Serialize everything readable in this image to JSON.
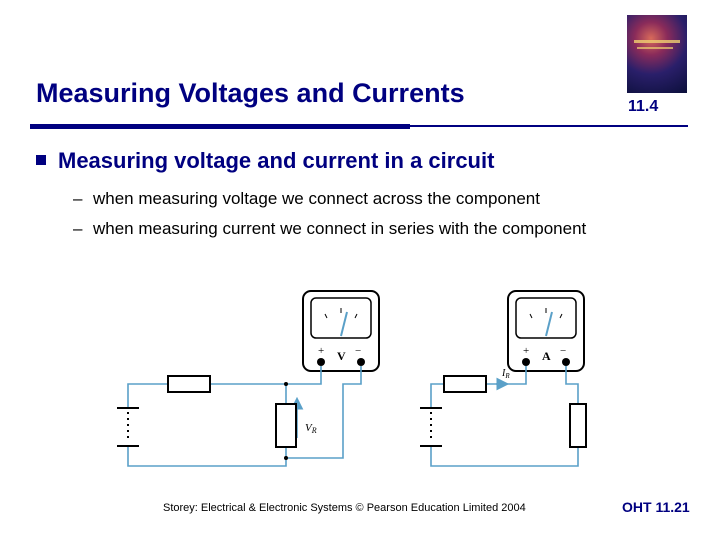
{
  "slide": {
    "title": "Measuring Voltages and Currents",
    "section_number": "11.4",
    "bullet": "Measuring voltage and current in a circuit",
    "sub_bullets": [
      "when measuring voltage we connect across the component",
      "when measuring current we connect in series with the component"
    ],
    "dash": "–",
    "footer": "Storey: Electrical & Electronic Systems © Pearson Education Limited 2004",
    "page_ref": "OHT 11.21"
  },
  "figures": {
    "voltmeter": {
      "unit_label": "V",
      "plus": "+",
      "minus": "−",
      "measured_label": "V",
      "measured_sub": "R"
    },
    "ammeter": {
      "unit_label": "A",
      "plus": "+",
      "minus": "−",
      "current_label": "I",
      "current_sub": "R"
    }
  },
  "colors": {
    "accent": "#000080",
    "wire": "#5aa0c8"
  },
  "icons": {
    "bullet": "square-bullet-icon",
    "book_cover": "book-cover-thumbnail"
  }
}
